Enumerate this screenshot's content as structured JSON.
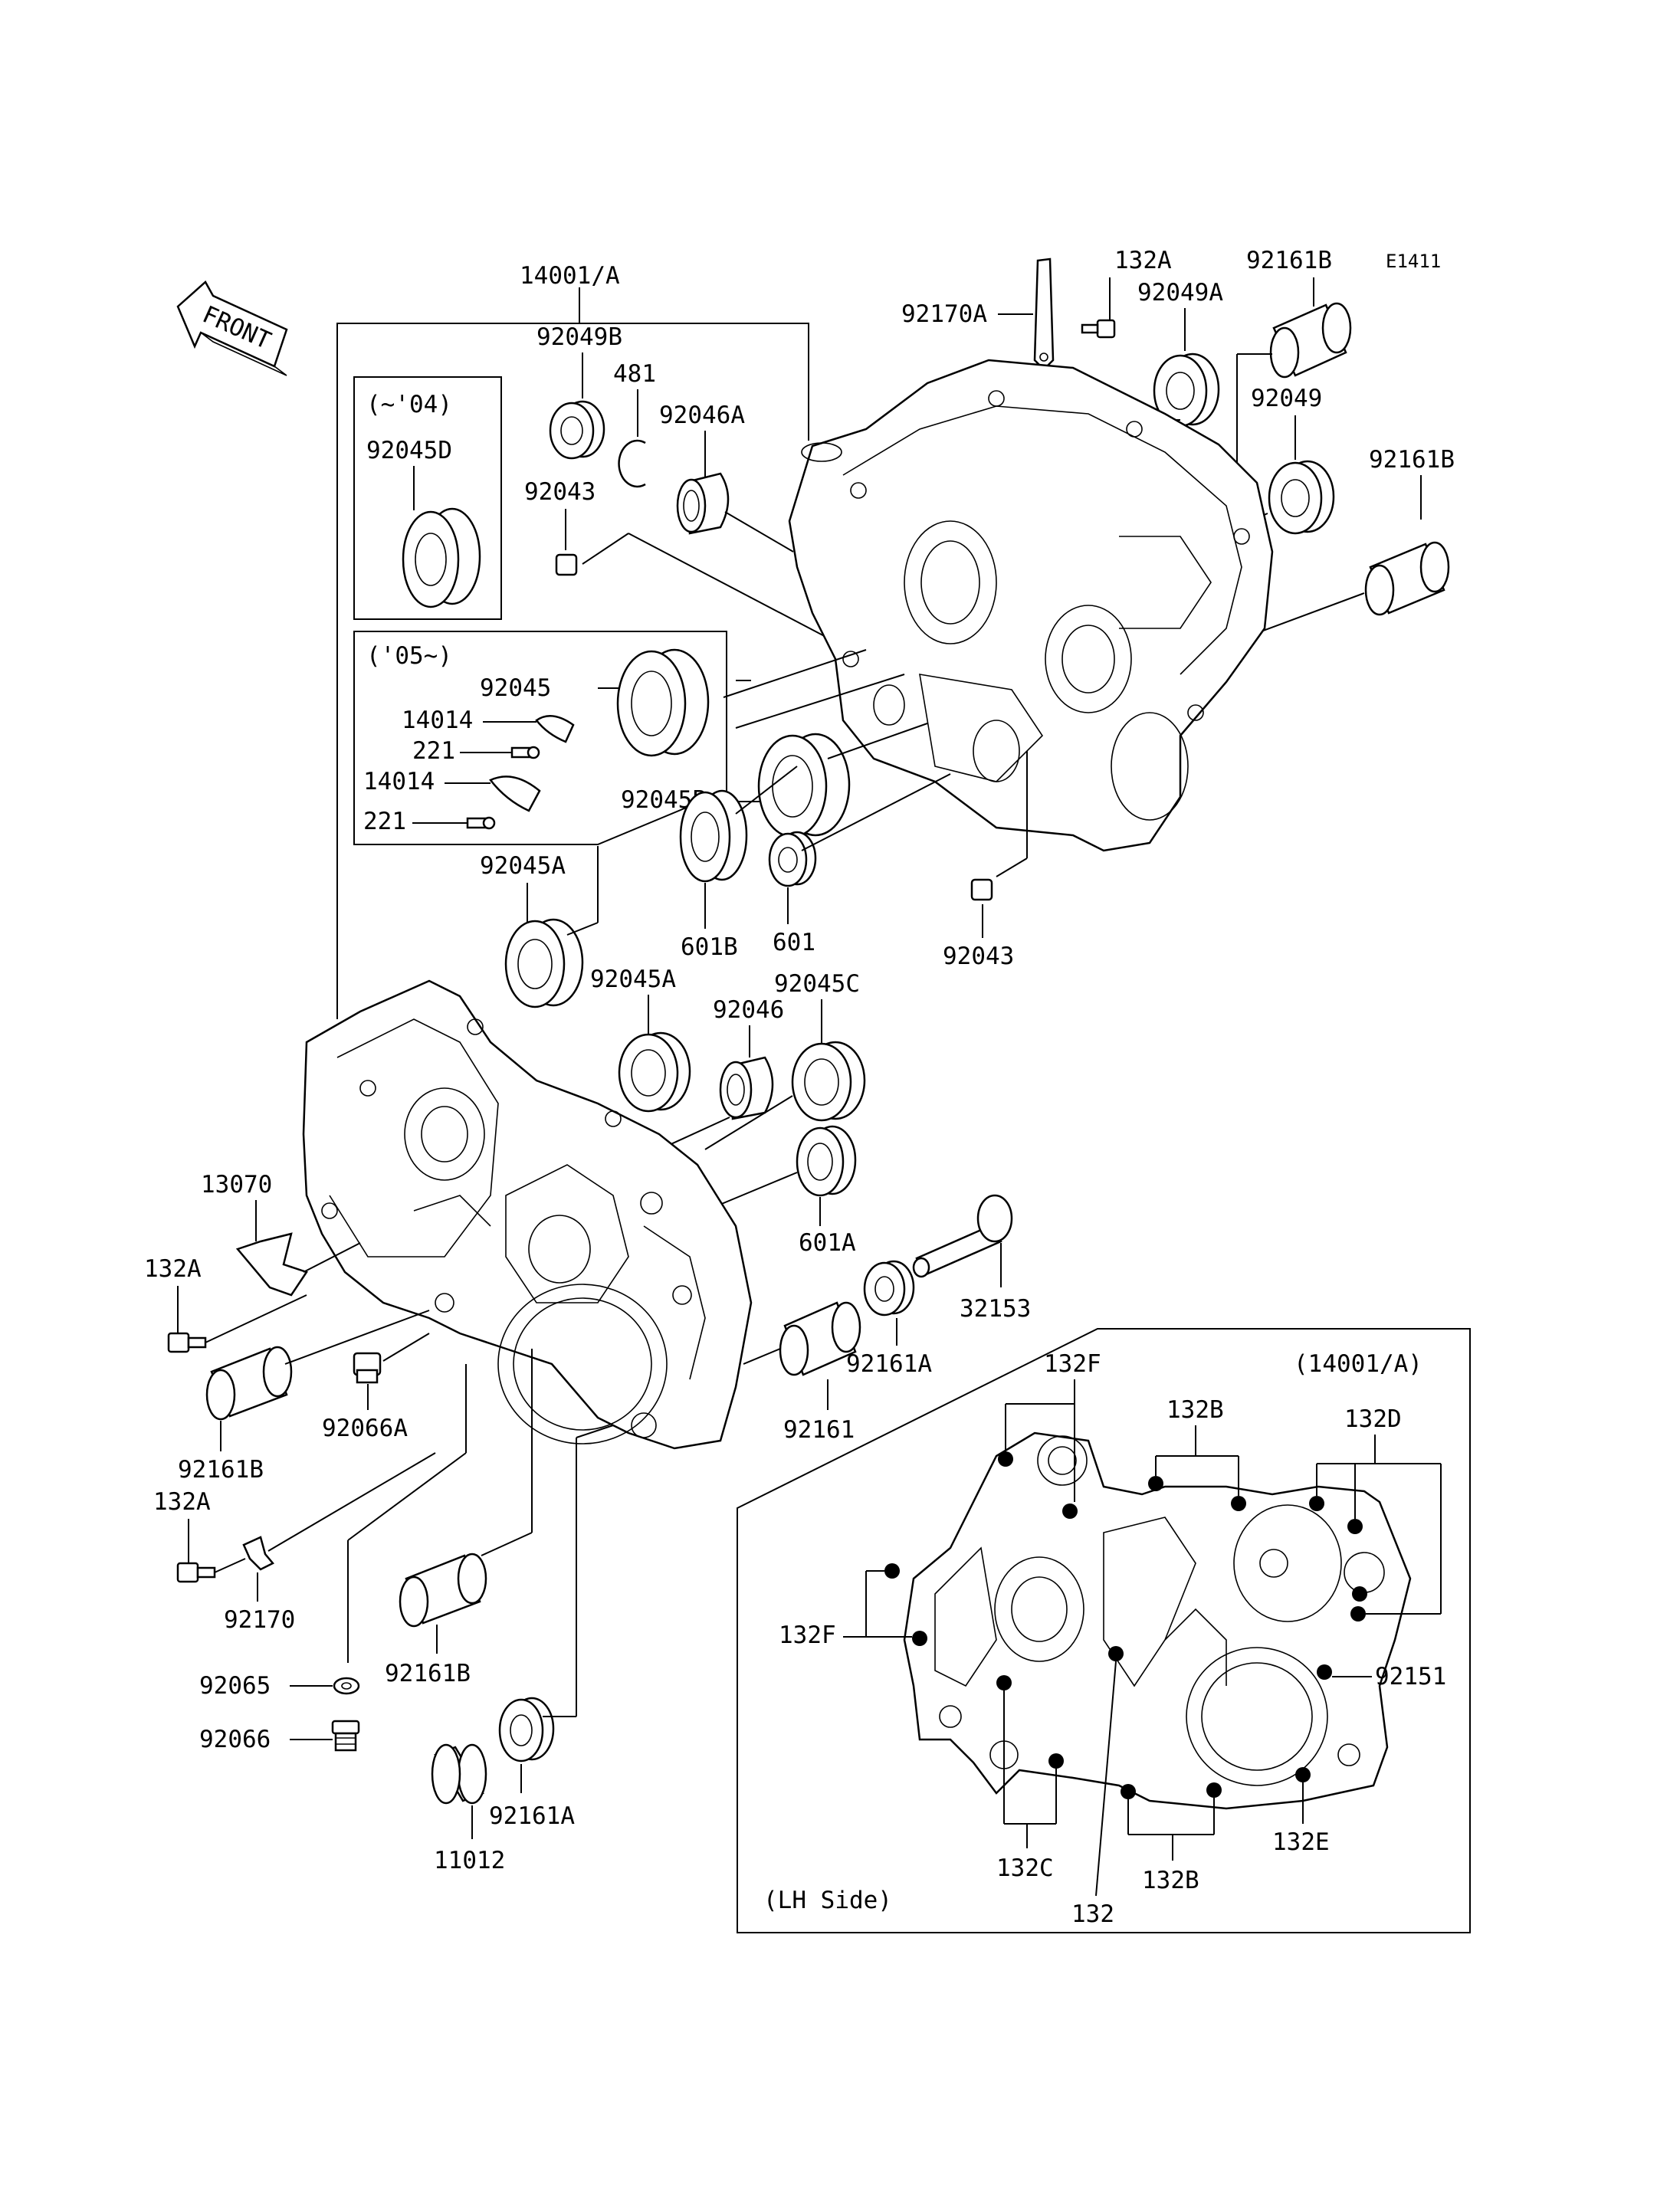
{
  "diagram_code": "E1411",
  "front_label": "FRONT",
  "boxes": {
    "early_variant": "(~'04)",
    "late_variant": "('05~)",
    "lh_group_ref": "(14001/A)",
    "lh_view": "(LH Side)"
  },
  "labels": {
    "p14001A": "14001/A",
    "p92049B": "92049B",
    "p481": "481",
    "p92046A": "92046A",
    "p92043_top": "92043",
    "p92045D": "92045D",
    "p92170A": "92170A",
    "p132A_top": "132A",
    "p92049A": "92049A",
    "p92161B_top": "92161B",
    "p92049": "92049",
    "p92161B_right": "92161B",
    "p92045": "92045",
    "p14014_a": "14014",
    "p221_a": "221",
    "p14014_b": "14014",
    "p221_b": "221",
    "p92045B": "92045B",
    "p92045A_1": "92045A",
    "p601B": "601B",
    "p601": "601",
    "p92043_mid": "92043",
    "p92045A_2": "92045A",
    "p92046": "92046",
    "p92045C": "92045C",
    "p13070": "13070",
    "p132A_left": "132A",
    "p601A": "601A",
    "p32153": "32153",
    "p92161B_left": "92161B",
    "p92066A": "92066A",
    "p92161": "92161",
    "p92161A_1": "92161A",
    "p132A_low": "132A",
    "p92170": "92170",
    "p92161B_low": "92161B",
    "p92065": "92065",
    "p92066": "92066",
    "p11012": "11012",
    "p92161A_2": "92161A",
    "p132F_top": "132F",
    "p132B_top": "132B",
    "p132D": "132D",
    "p132F_left": "132F",
    "p92151": "92151",
    "p132E": "132E",
    "p132C": "132C",
    "p132": "132",
    "p132B_bottom": "132B"
  }
}
